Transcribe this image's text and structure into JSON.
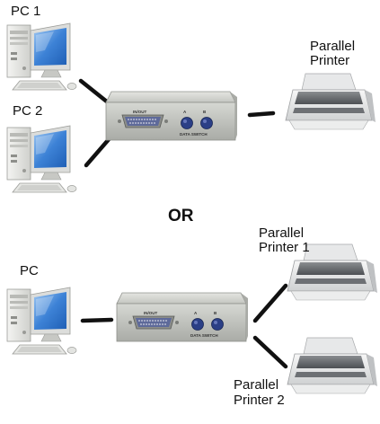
{
  "top": {
    "pc1_label": "PC 1",
    "pc2_label": "PC 2",
    "printer_label_line1": "Parallel",
    "printer_label_line2": "Printer",
    "switch_port_label": "IN/OUT",
    "switch_btn_a": "A",
    "switch_btn_b": "B",
    "switch_title": "DATA SWITCH"
  },
  "separator": "OR",
  "bottom": {
    "pc_label": "PC",
    "printer1_label_line1": "Parallel",
    "printer1_label_line2": "Printer 1",
    "printer2_label_line1": "Parallel",
    "printer2_label_line2": "Printer 2",
    "switch_port_label": "IN/OUT",
    "switch_btn_a": "A",
    "switch_btn_b": "B",
    "switch_title": "DATA SWITCH"
  },
  "colors": {
    "cable": "#111111",
    "switch_body": "#c9cbc6",
    "switch_button": "#2b3f86",
    "screen_blue": "#3d82d6"
  }
}
